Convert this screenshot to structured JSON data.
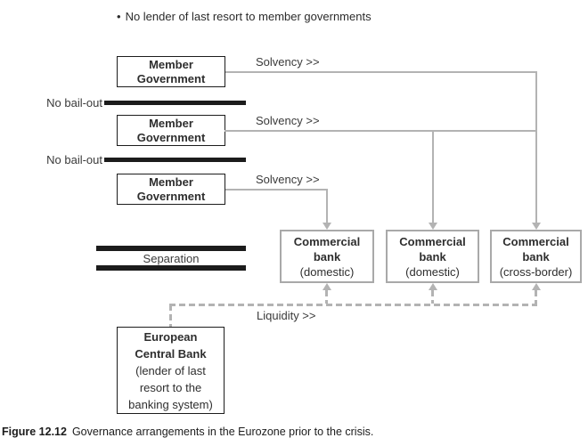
{
  "note": {
    "bullet": "•",
    "text": "No lender of last resort to member governments"
  },
  "member_governments": [
    {
      "line1": "Member",
      "line2": "Government"
    },
    {
      "line1": "Member",
      "line2": "Government"
    },
    {
      "line1": "Member",
      "line2": "Government"
    }
  ],
  "solvency_labels": [
    "Solvency >>",
    "Solvency >>",
    "Solvency >>"
  ],
  "no_bailout_labels": [
    "No bail-out",
    "No bail-out"
  ],
  "separation_label": "Separation",
  "banks": [
    {
      "line1": "Commercial",
      "line2": "bank",
      "line3": "(domestic)"
    },
    {
      "line1": "Commercial",
      "line2": "bank",
      "line3": "(domestic)"
    },
    {
      "line1": "Commercial",
      "line2": "bank",
      "line3": "(cross-border)"
    }
  ],
  "ecb": {
    "line1": "European",
    "line2": "Central Bank",
    "line3": "(lender of last",
    "line4": "resort to the",
    "line5": "banking system)"
  },
  "liquidity_label": "Liquidity >>",
  "caption": {
    "label": "Figure 12.12",
    "text": "Governance arrangements in the Eurozone prior to the crisis."
  },
  "colors": {
    "solvency_line_gray": "#b3b3b3",
    "liquidity_dash_gray": "#b3b3b3",
    "bank_border_gray": "#a9a9a9",
    "bar_black": "#1c1c1c"
  }
}
